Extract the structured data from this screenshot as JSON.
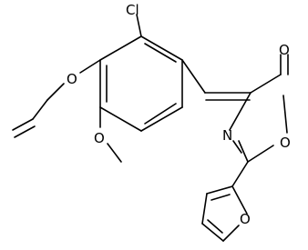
{
  "atoms": {
    "chlorine": "Cl",
    "ether_oxygen": "O",
    "methoxy_oxygen": "O",
    "carbonyl_oxygen": "O",
    "ring_oxygen": "O",
    "ring_nitrogen": "N",
    "furan_oxygen": "O"
  },
  "colors": {
    "bond": "#000000",
    "background": "#ffffff",
    "label": "#000000"
  }
}
